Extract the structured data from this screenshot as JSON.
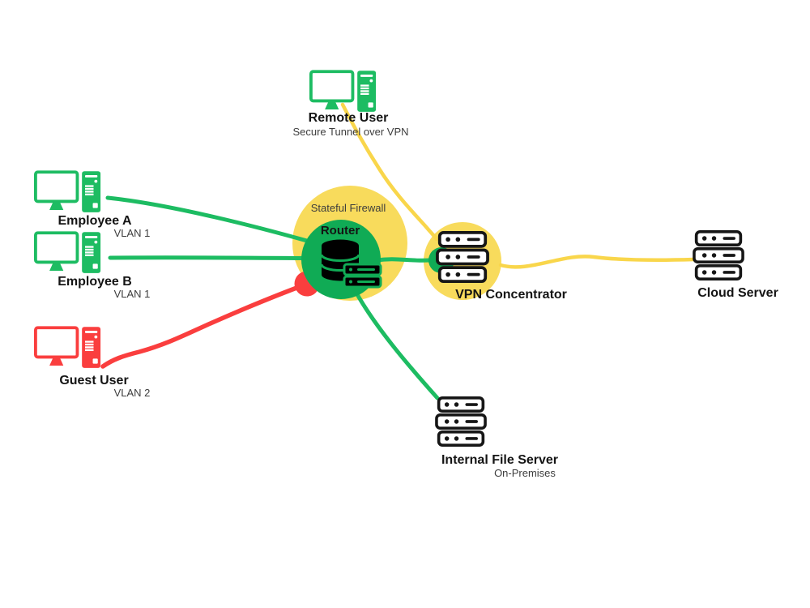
{
  "colors": {
    "canvas_bg": "#ffffff",
    "green": "#1dbc62",
    "zone_green": "#10ab55",
    "zone_yellow": "#f8db5c",
    "line_yellow": "#f9d64b",
    "red": "#fa3e3e",
    "icon_ink": "#161616",
    "ink": "#141414",
    "sub_ink": "#3d3d3d"
  },
  "nodes": {
    "remote_user": {
      "label": "Remote User",
      "sublabel": "Secure Tunnel over VPN"
    },
    "employee_a": {
      "label": "Employee A",
      "sublabel": "VLAN 1"
    },
    "employee_b": {
      "label": "Employee B",
      "sublabel": "VLAN 1"
    },
    "guest_user": {
      "label": "Guest User",
      "sublabel": "VLAN 2"
    },
    "router": {
      "label": "Router",
      "zone_label": "Stateful Firewall"
    },
    "vpn_concentrator": {
      "label": "VPN Concentrator"
    },
    "cloud_server": {
      "label": "Cloud Server"
    },
    "internal_file_server": {
      "label": "Internal File Server",
      "sublabel": "On-Premises"
    }
  },
  "edges": [
    {
      "from": "employee-a",
      "to": "router",
      "color": "green"
    },
    {
      "from": "employee-b",
      "to": "router",
      "color": "green"
    },
    {
      "from": "guest-user",
      "to": "router",
      "color": "red"
    },
    {
      "from": "router",
      "to": "vpn-concentrator",
      "color": "green"
    },
    {
      "from": "router",
      "to": "internal-file-server",
      "color": "green"
    },
    {
      "from": "remote-user",
      "to": "vpn-concentrator",
      "color": "yellow"
    },
    {
      "from": "vpn-concentrator",
      "to": "cloud-server",
      "color": "yellow"
    }
  ]
}
